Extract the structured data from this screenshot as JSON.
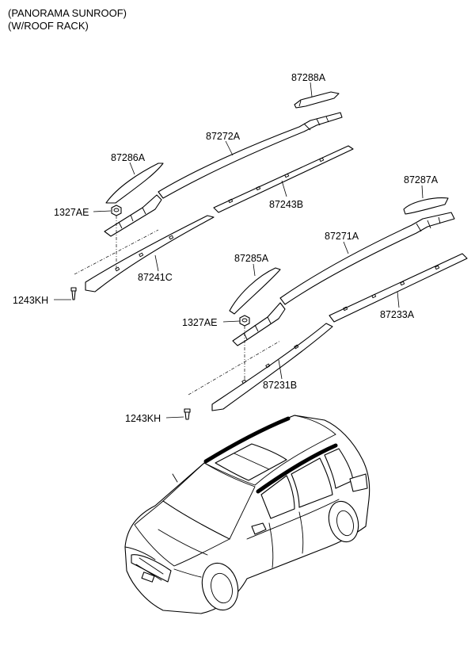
{
  "header": {
    "line1": "(PANORAMA SUNROOF)",
    "line2": "(W/ROOF RACK)"
  },
  "labels": {
    "p87288A": "87288A",
    "p87272A": "87272A",
    "p87286A": "87286A",
    "p1327AE_upper": "1327AE",
    "p87243B": "87243B",
    "p87241C": "87241C",
    "p1243KH_upper": "1243KH",
    "p87287A": "87287A",
    "p87271A": "87271A",
    "p87285A": "87285A",
    "p1327AE_lower": "1327AE",
    "p87233A": "87233A",
    "p87231B": "87231B",
    "p1243KH_lower": "1243KH"
  }
}
